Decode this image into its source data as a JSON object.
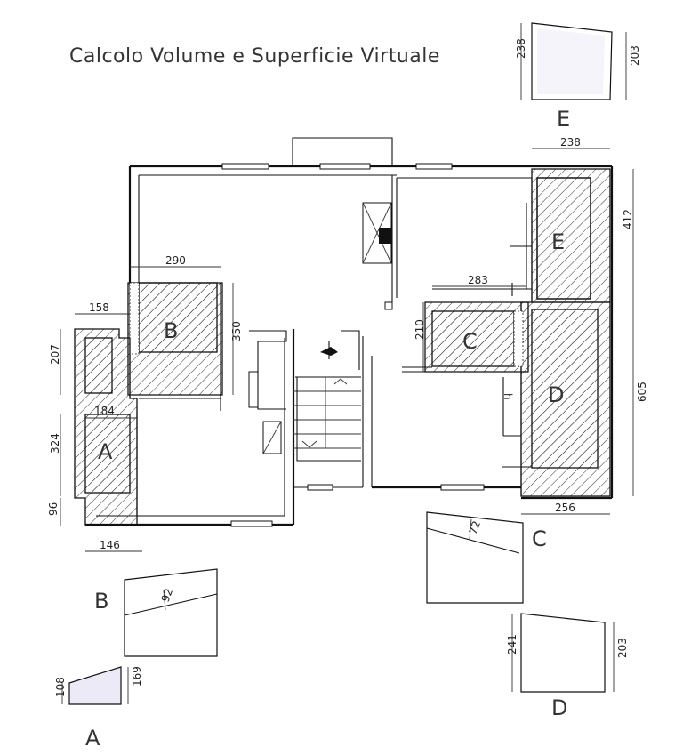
{
  "title": "Calcolo Volume e Superficie Virtuale",
  "zones": [
    "A",
    "B",
    "C",
    "D",
    "E"
  ],
  "dimensions": {
    "e_top": "238",
    "e_right": "412",
    "b_top": "290",
    "b_height": "350",
    "a_top": "158",
    "a_left_top": "207",
    "a_mid": "184",
    "a_left_mid": "324",
    "a_left_bottom": "96",
    "a_bottom": "146",
    "c_top": "283",
    "c_left": "210",
    "d_right": "605",
    "d_bottom": "256",
    "c_detail": "72",
    "b_detail": "92",
    "d_left": "241",
    "d_right_detail": "203",
    "a_left_detail": "108",
    "a_right_detail": "169",
    "e_left_detail": "238",
    "e_right_detail": "203",
    "stair_mark": "h"
  },
  "colors": {
    "ink": "#111111",
    "fill_tint": "#eceaf6"
  }
}
